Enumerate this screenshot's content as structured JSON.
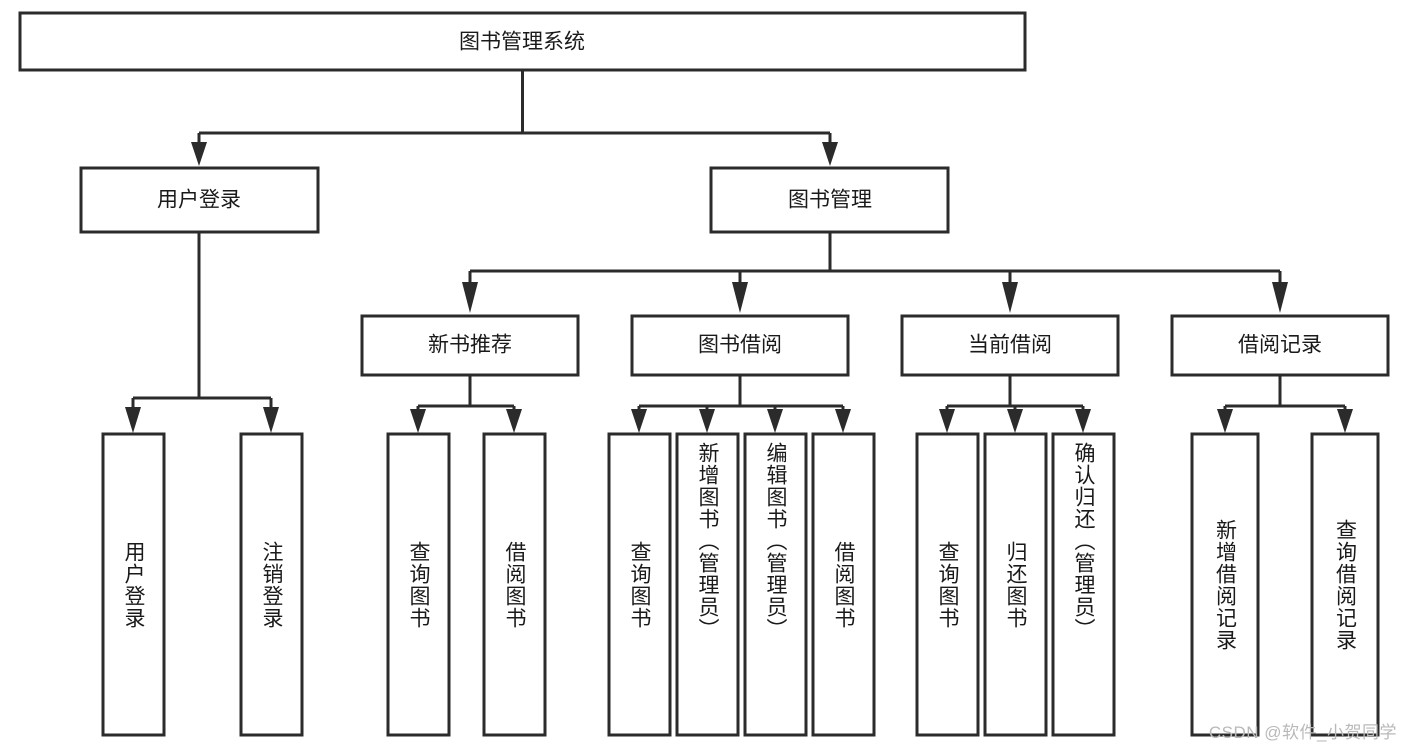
{
  "diagram": {
    "type": "tree-hierarchy",
    "title": "图书管理系统",
    "root": {
      "id": "root",
      "label": "图书管理系统"
    },
    "level1": [
      {
        "id": "user-login",
        "label": "用户登录"
      },
      {
        "id": "book-management",
        "label": "图书管理"
      }
    ],
    "level2": [
      {
        "id": "new-book-recommend",
        "label": "新书推荐",
        "parent": "book-management"
      },
      {
        "id": "book-borrow",
        "label": "图书借阅",
        "parent": "book-management"
      },
      {
        "id": "current-borrow",
        "label": "当前借阅",
        "parent": "book-management"
      },
      {
        "id": "borrow-record",
        "label": "借阅记录",
        "parent": "book-management"
      }
    ],
    "leaves": [
      {
        "id": "leaf-user-login",
        "label": "用户登录",
        "parent": "user-login"
      },
      {
        "id": "leaf-logout",
        "label": "注销登录",
        "parent": "user-login"
      },
      {
        "id": "leaf-query-book-1",
        "label": "查询图书",
        "parent": "new-book-recommend"
      },
      {
        "id": "leaf-borrow-book-1",
        "label": "借阅图书",
        "parent": "new-book-recommend"
      },
      {
        "id": "leaf-query-book-2",
        "label": "查询图书",
        "parent": "book-borrow"
      },
      {
        "id": "leaf-add-book",
        "label": "新增图书（管理员）",
        "parent": "book-borrow"
      },
      {
        "id": "leaf-edit-book",
        "label": "编辑图书（管理员）",
        "parent": "book-borrow"
      },
      {
        "id": "leaf-borrow-book-2",
        "label": "借阅图书",
        "parent": "book-borrow"
      },
      {
        "id": "leaf-query-book-3",
        "label": "查询图书",
        "parent": "current-borrow"
      },
      {
        "id": "leaf-return-book",
        "label": "归还图书",
        "parent": "current-borrow"
      },
      {
        "id": "leaf-confirm-return",
        "label": "确认归还（管理员）",
        "parent": "current-borrow"
      },
      {
        "id": "leaf-add-record",
        "label": "新增借阅记录",
        "parent": "borrow-record"
      },
      {
        "id": "leaf-query-record",
        "label": "查询借阅记录",
        "parent": "borrow-record"
      }
    ],
    "colors": {
      "stroke": "#2b2b2b",
      "fill": "#ffffff",
      "text": "#1a1a1a",
      "watermark": "#b9b9b9",
      "background": "#ffffff"
    }
  },
  "watermark": {
    "text": "CSDN @软件_小贺同学"
  }
}
